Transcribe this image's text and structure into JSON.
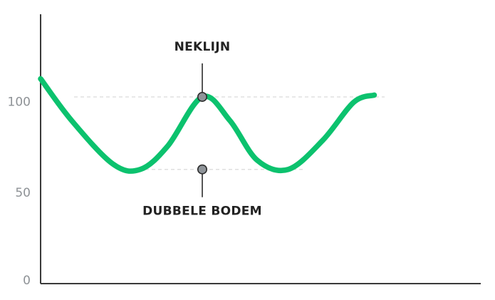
{
  "chart_data": {
    "type": "line",
    "title": "",
    "xlabel": "",
    "ylabel": "",
    "ylim": [
      0,
      125
    ],
    "xlim": [
      0,
      10
    ],
    "yticks": [
      {
        "value": 0,
        "label": "0"
      },
      {
        "value": 50,
        "label": "50"
      },
      {
        "value": 100,
        "label": "100"
      }
    ],
    "grid": false,
    "series": [
      {
        "color": "#0cc26e",
        "points": [
          [
            0.0,
            113
          ],
          [
            0.9,
            90
          ],
          [
            2.1,
            66
          ],
          [
            2.9,
            63
          ],
          [
            3.7,
            76
          ],
          [
            4.7,
            103
          ],
          [
            5.5,
            90
          ],
          [
            6.3,
            68
          ],
          [
            7.2,
            63
          ],
          [
            8.2,
            79
          ],
          [
            9.1,
            100
          ],
          [
            9.7,
            104
          ]
        ]
      }
    ],
    "annotations": [
      {
        "label": "NEKLIJN",
        "x": 4.7,
        "y": 103,
        "position": "above"
      },
      {
        "label": "DUBBELE BODEM",
        "x": 4.7,
        "y": 63,
        "position": "below"
      }
    ],
    "guides": [
      {
        "y": 103
      },
      {
        "y": 63
      }
    ]
  }
}
